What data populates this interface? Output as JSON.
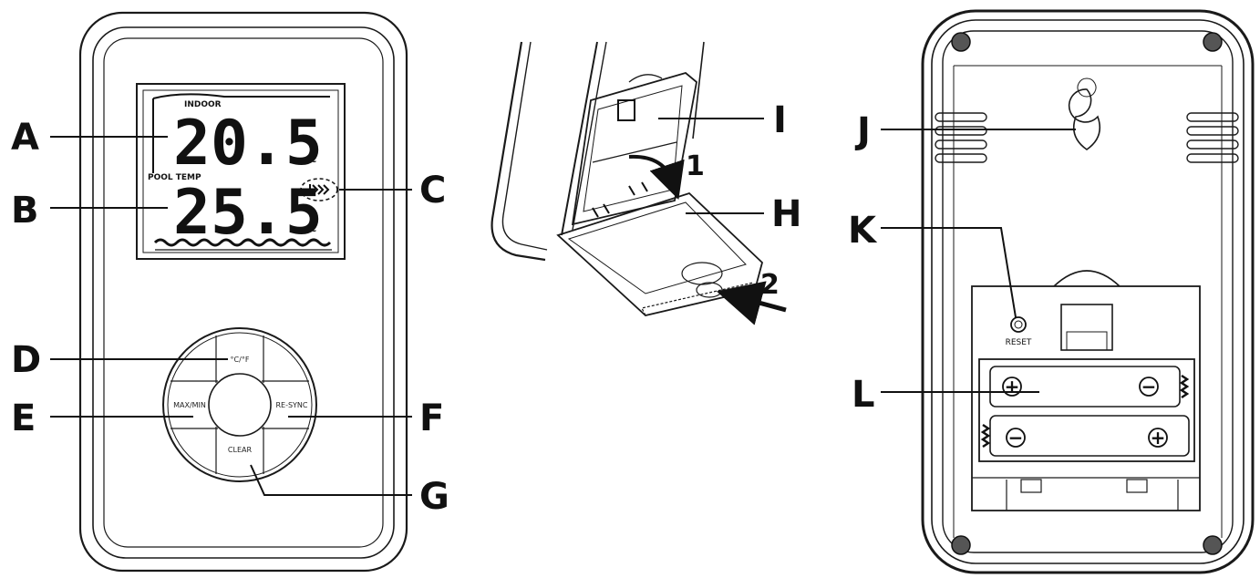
{
  "colors": {
    "line": "#1a1a1a",
    "background": "#ffffff"
  },
  "front_view": {
    "display": {
      "indoor_label": "INDOOR",
      "indoor_temp": "20.5",
      "indoor_unit": "°C",
      "pool_label": "POOL TEMP",
      "pool_temp": "25.5",
      "pool_unit": "°C",
      "signal_icon": "signal-waves-icon"
    },
    "buttons": {
      "top": "°C/°F",
      "left": "MAX/MIN",
      "right": "RE-SYNC",
      "bottom": "CLEAR"
    },
    "callouts": [
      "A",
      "B",
      "C",
      "D",
      "E",
      "F",
      "G"
    ]
  },
  "side_view": {
    "callouts": [
      "I",
      "H"
    ],
    "steps": [
      "1",
      "2"
    ]
  },
  "back_view": {
    "callouts": [
      "J",
      "K",
      "L"
    ],
    "reset_label": "RESET",
    "polarity_plus": "+",
    "polarity_minus": "−"
  }
}
